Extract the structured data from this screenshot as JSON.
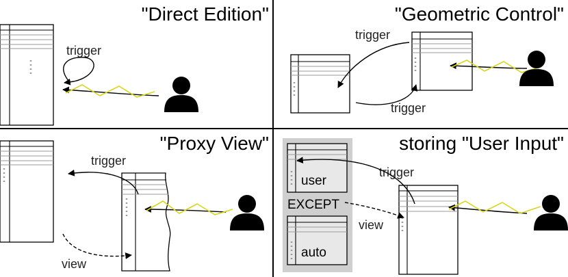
{
  "panels": {
    "top_left": {
      "title": "\"Direct Edition\"",
      "trigger_label": "trigger"
    },
    "top_right": {
      "title": "\"Geometric Control\"",
      "trigger_label_a": "trigger",
      "trigger_label_b": "trigger"
    },
    "bottom_left": {
      "title": "\"Proxy View\"",
      "trigger_label": "trigger",
      "view_label": "view"
    },
    "bottom_right": {
      "title": "storing \"User Input\"",
      "trigger_label": "trigger",
      "view_label": "view",
      "layer_user_label": "user",
      "except_label": "EXCEPT",
      "layer_auto_label": "auto"
    }
  },
  "colors": {
    "scribble": "#d8d51a",
    "storage_panel": "#cfcfcf",
    "divider": "#000000"
  },
  "icons": {
    "user": "person-silhouette-icon"
  }
}
